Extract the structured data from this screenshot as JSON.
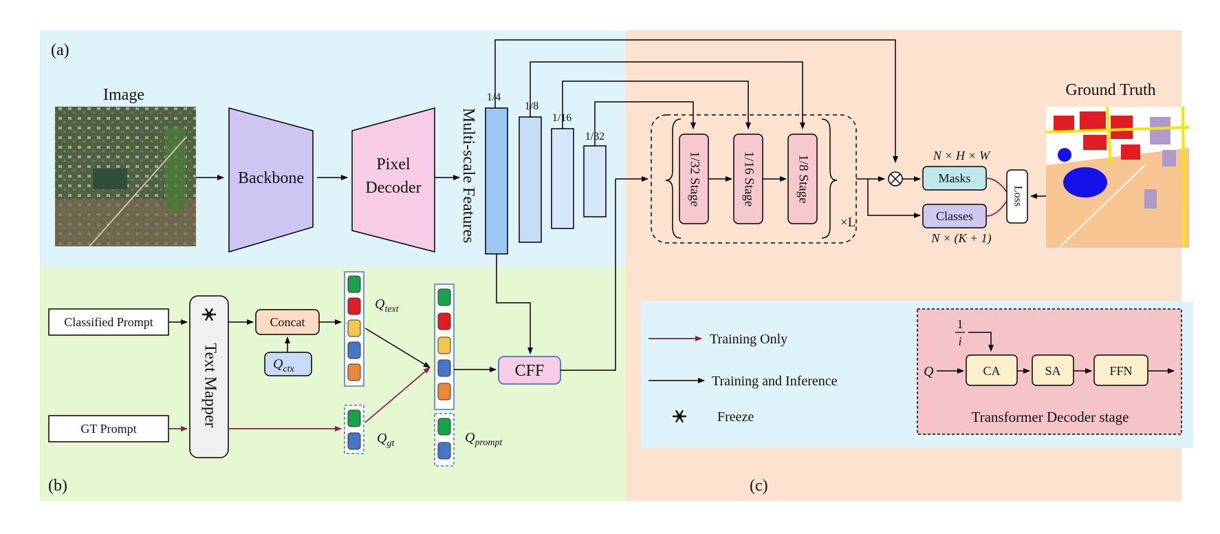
{
  "panels": {
    "a_label": "(a)",
    "b_label": "(b)",
    "c_label": "(c)"
  },
  "image_title": "Image",
  "ground_truth_title": "Ground Truth",
  "backbone": "Backbone",
  "pixel_decoder": {
    "line1": "Pixel",
    "line2": "Decoder"
  },
  "multi_scale_label": "Multi-scale Features",
  "scales": [
    "1/4",
    "1/8",
    "1/16",
    "1/32"
  ],
  "stages": [
    "1/32 Stage",
    "1/16 Stage",
    "1/8 Stage"
  ],
  "repeat_label": "×L",
  "mask_formula": "N × H × W",
  "class_formula": "N × (K + 1)",
  "masks": "Masks",
  "classes": "Classes",
  "loss": "Loss",
  "classified_prompt": "Classified Prompt",
  "gt_prompt": "GT Prompt",
  "text_mapper": "Text Mapper",
  "concat": "Concat",
  "q_ctx": {
    "base": "Q",
    "sub": "ctx"
  },
  "q_text": {
    "base": "Q",
    "sub": "text"
  },
  "q_gt": {
    "base": "Q",
    "sub": "gt"
  },
  "q_prompt": {
    "base": "Q",
    "sub": "prompt"
  },
  "cff": "CFF",
  "legend": {
    "training_only": "Training Only",
    "training_inference": "Training and Inference",
    "freeze": "Freeze"
  },
  "decoder_stage": {
    "q": "Q",
    "frac_num": "1",
    "frac_den": "i",
    "ca": "CA",
    "sa": "SA",
    "ffn": "FFN",
    "title": "Transformer Decoder stage"
  },
  "colors": {
    "panel_a_bg": "#dff3fb",
    "panel_b_bg": "#e6f8d2",
    "panel_c_bg": "#fde3cf",
    "legend_bg": "#dff3fb",
    "backbone": "#cfc5f2",
    "pixel_decoder": "#f7cce6",
    "stage": "#f6c9cf",
    "masks": "#bfe8ec",
    "classes": "#cfc9f2",
    "concat": "#fcdcc4",
    "q_ctx": "#c9dcf7",
    "cff": "#f7cce6",
    "decoder_box": "#f4c4c8",
    "decoder_block": "#fcefcc",
    "training_only_arrow": "#8c1c4f",
    "token_green": "#16a34a",
    "token_red": "#e11d24",
    "token_yellow": "#f4c84f",
    "token_blue": "#4676c9",
    "token_orange": "#e8893a"
  },
  "icons": [
    "snowflake-icon",
    "tensor-product-icon"
  ]
}
